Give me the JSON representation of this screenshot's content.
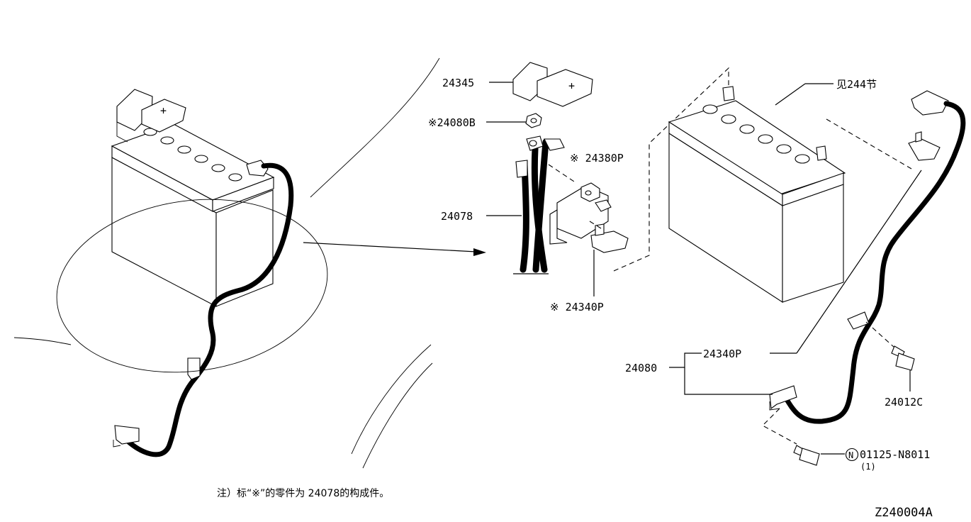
{
  "parts": {
    "p24345": "24345",
    "p24080b": "※24080B",
    "p24380p": "※ 24380P",
    "p24078": "24078",
    "p24340p_left": "※ 24340P",
    "p_see244": "见244节",
    "p24340p_right": "24340P",
    "p24080": "24080",
    "p24012c": "24012C",
    "p01125": "01125-N8011",
    "p01125_qty": "(1)",
    "p01125_marker": "N"
  },
  "note": "注）标“※”的零件为 24078的构成件。",
  "reference_code": "Z240004A",
  "battery_symbol": "+"
}
